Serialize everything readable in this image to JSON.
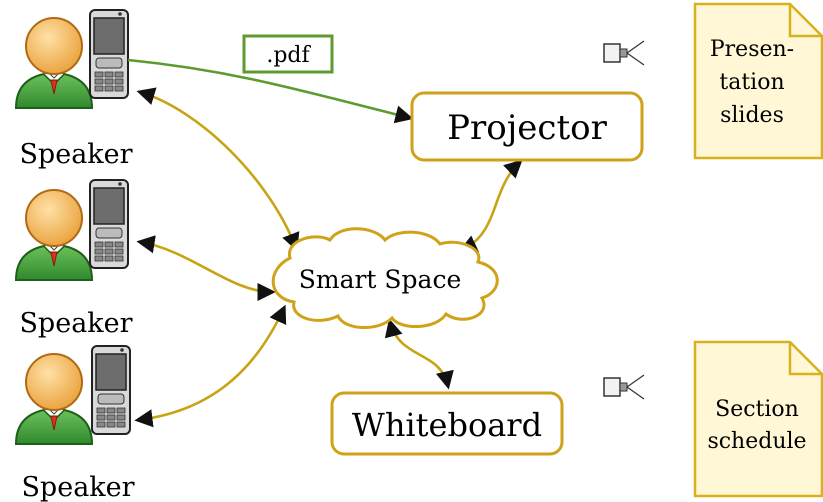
{
  "speakers": [
    {
      "label": "Speaker"
    },
    {
      "label": "Speaker"
    },
    {
      "label": "Speaker"
    }
  ],
  "file_tag": ".pdf",
  "nodes": {
    "projector": "Projector",
    "smart_space": "Smart Space",
    "whiteboard": "Whiteboard"
  },
  "documents": {
    "slides": [
      "Presen-",
      "tation",
      "slides"
    ],
    "schedule": [
      "Section",
      "schedule"
    ]
  },
  "colors": {
    "link_gold": "#c8a414",
    "pdf_green": "#5e9a2f",
    "box_border": "#cfa21a",
    "doc_fill": "#fff7d6",
    "doc_border": "#d8b21c",
    "person_face": "#f5b94f",
    "person_body": "#3f9f3b"
  },
  "icons": [
    "person-icon",
    "phone-icon",
    "projector-lens-icon",
    "document-icon",
    "cloud-shape"
  ]
}
